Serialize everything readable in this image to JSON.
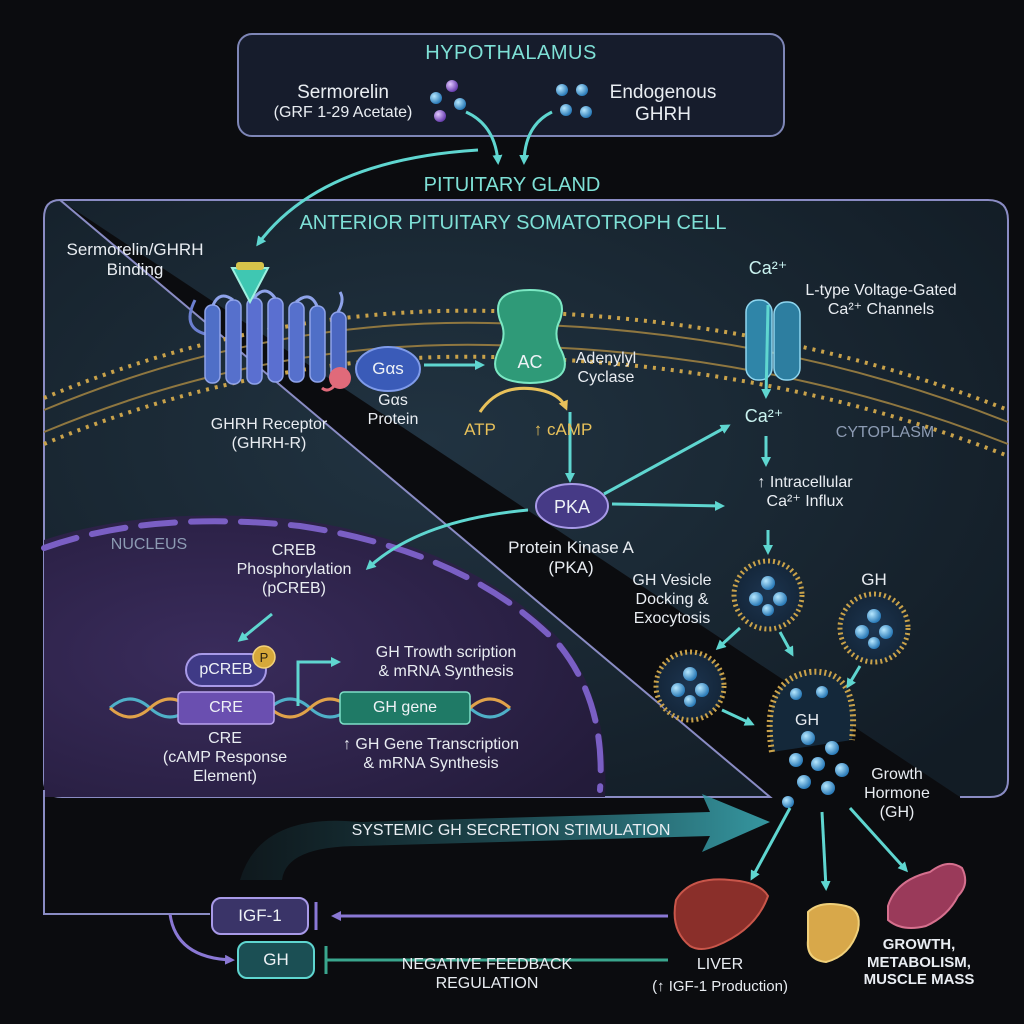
{
  "colors": {
    "background": "#0b0c0f",
    "cell": "#1a2833",
    "nucleus": "#2a2142",
    "membrane": "#c9a24a",
    "receptor": "#4f6fc7",
    "arrow_teal": "#5fd6d0",
    "arrow_purple": "#8a78d4",
    "gold": "#e8c15a"
  },
  "hypothalamus": {
    "title": "HYPOTHALAMUS",
    "sermorelin": "Sermorelin",
    "sermorelin_sub": "(GRF 1-29 Acetate)",
    "endogenous": "Endogenous\nGHRH"
  },
  "pituitary_label": "PITUITARY GLAND",
  "cell": {
    "title": "ANTERIOR PITUITARY SOMATOTROPH CELL",
    "cytoplasm": "CYTOPLASM",
    "nucleus": "NUCLEUS"
  },
  "membrane": {
    "binding": "Sermorelin/GHRH\nBinding",
    "receptor": "GHRH Receptor\n(GHRH-R)",
    "gas": "Gαs",
    "gas_protein": "Gαs\nProtein",
    "ac": "AC",
    "adenylyl": "Adenylyl\nCyclase",
    "atp": "ATP",
    "camp": "↑ cAMP",
    "ca_top": "Ca²⁺",
    "channels": "L-type Voltage-Gated\nCa²⁺ Channels",
    "ca_inside": "Ca²⁺"
  },
  "signaling": {
    "pka": "PKA",
    "pka_label": "Protein Kinase A\n(PKA)",
    "ca_influx": "↑ Intracellular\nCa²⁺ Influx",
    "creb": "CREB\nPhosphorylation\n(pCREB)",
    "pcreb": "pCREB",
    "p": "P",
    "cre": "CRE",
    "cre_label": "CRE\n(cAMP Response\nElement)",
    "gh_gene": "GH gene",
    "transcription_top": "GH Trowth scription\n& mRNA Synthesis",
    "transcription_bottom": "↑ GH Gene Transcription\n& mRNA Synthesis"
  },
  "vesicles": {
    "docking": "GH Vesicle\nDocking &\nExocytosis",
    "gh_top": "GH",
    "gh_release": "GH",
    "growth_hormone": "Growth\nHormone\n(GH)"
  },
  "systemic": {
    "secretion": "SYSTEMIC GH SECRETION STIMULATION",
    "igf1": "IGF-1",
    "gh": "GH",
    "feedback": "NEGATIVE FEEDBACK\nREGULATION",
    "liver": "LIVER",
    "liver_sub": "(↑ IGF-1 Production)",
    "growth": "GROWTH,\nMETABOLISM,\nMUSCLE MASS"
  }
}
